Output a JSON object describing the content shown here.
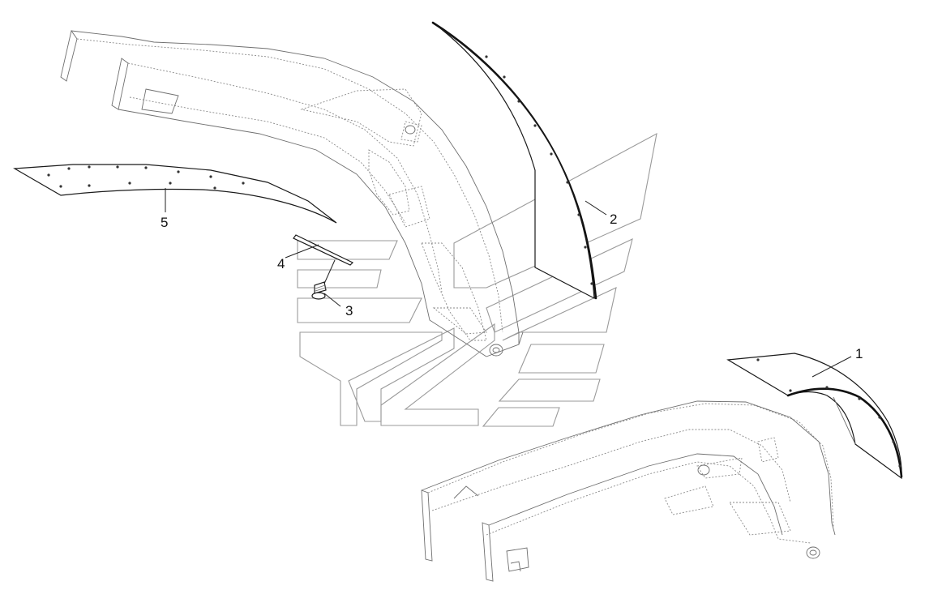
{
  "callouts": {
    "c1": "1",
    "c2": "2",
    "c3": "3",
    "c4": "4",
    "c5": "5"
  },
  "colors": {
    "line": "#1a1a1a",
    "ghost": "#9a9a9a",
    "background": "#ffffff"
  }
}
